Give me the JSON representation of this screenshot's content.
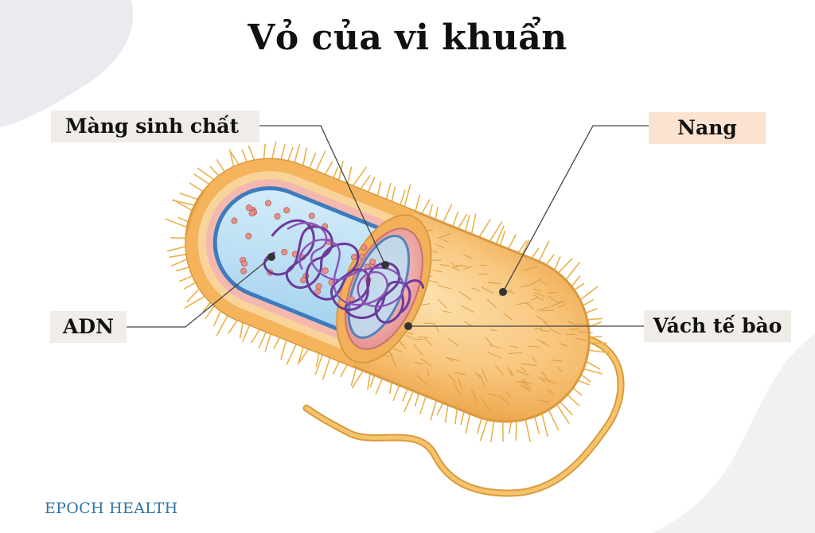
{
  "title": "Vỏ của vi khuẩn",
  "labels": {
    "membrane": "Màng sinh chất",
    "capsule": "Nang",
    "dna": "ADN",
    "wall": "Vách tế bào"
  },
  "brand": "EPOCH HEALTH",
  "colors": {
    "capsule": "#f7c37c",
    "capsule_outline": "#d99a3f",
    "cell_wall": "#eda1a0",
    "membrane": "#3d7bbf",
    "cytoplasm": "#a9d6ef",
    "dna": "#6b3a9a",
    "ribosome": "#e39189",
    "flagellum": "#f2b84b",
    "brand": "#2f73a7"
  }
}
